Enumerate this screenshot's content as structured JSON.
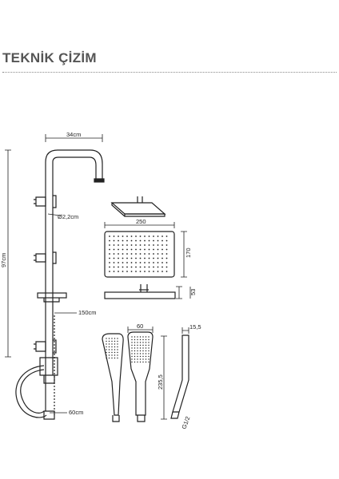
{
  "title": "TEKNİK ÇİZİM",
  "dimensions": {
    "arm_width": "34cm",
    "total_height": "97cm",
    "pipe_diameter": "Ø2,2cm",
    "hose_length": "150cm",
    "slide_hose": "60cm",
    "head_width": "250",
    "head_depth": "170",
    "head_thickness": "53",
    "hand_width": "60",
    "hand_length": "235,5",
    "holder_width": "15,5",
    "thread": "G1/2"
  },
  "colors": {
    "line": "#222222",
    "title": "#555555"
  }
}
